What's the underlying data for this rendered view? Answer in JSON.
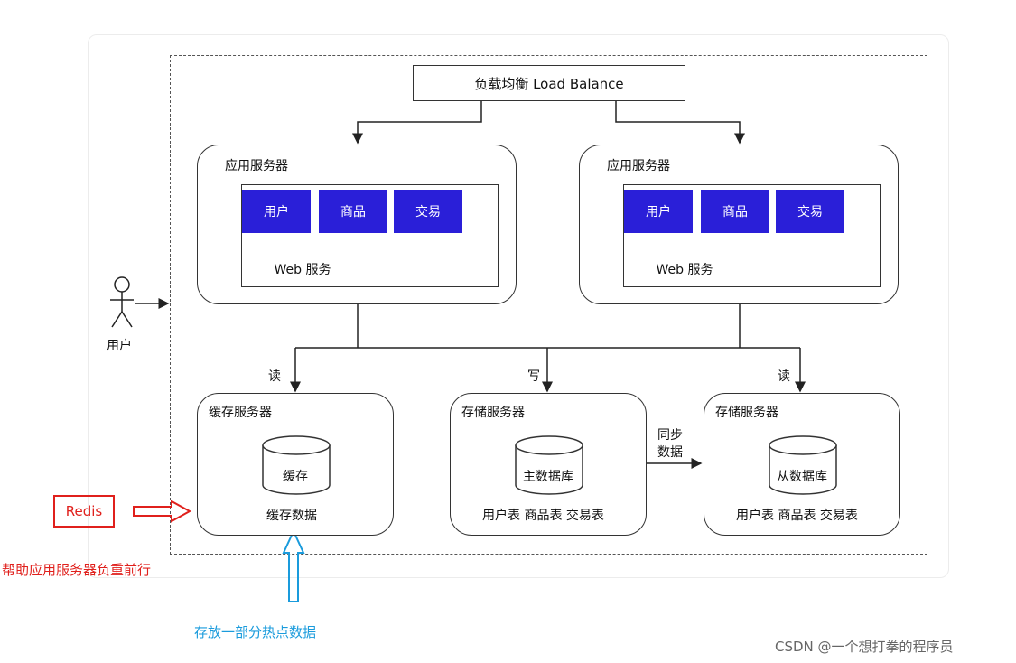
{
  "load_balancer": "负载均衡 Load Balance",
  "app_servers": [
    {
      "title": "应用服务器",
      "modules": [
        "用户",
        "商品",
        "交易"
      ],
      "web_label": "Web 服务"
    },
    {
      "title": "应用服务器",
      "modules": [
        "用户",
        "商品",
        "交易"
      ],
      "web_label": "Web 服务"
    }
  ],
  "user_label": "用户",
  "edges": {
    "read_left": "读",
    "write": "写",
    "read_right": "读",
    "sync": [
      "同步",
      "数据"
    ]
  },
  "cache_server": {
    "title": "缓存服务器",
    "db": "缓存",
    "subtitle": "缓存数据"
  },
  "storage_master": {
    "title": "存储服务器",
    "db": "主数据库",
    "tables": "用户表 商品表 交易表"
  },
  "storage_slave": {
    "title": "存储服务器",
    "db": "从数据库",
    "tables": "用户表 商品表 交易表"
  },
  "annotations": {
    "redis": "Redis",
    "helper": "帮助应用服务器负重前行",
    "hot": "存放一部分热点数据",
    "red_color": "#e0201c",
    "blue_color": "#1a9bdc"
  },
  "watermark": "CSDN @一个想打拳的程序员"
}
